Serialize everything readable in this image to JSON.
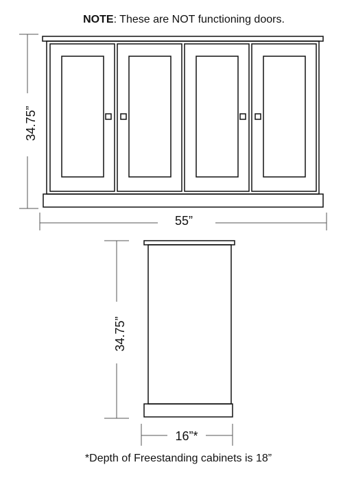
{
  "note": {
    "prefix": "NOTE",
    "text": ": These are NOT functioning doors."
  },
  "front_view": {
    "height_label": "34.75”",
    "width_label": "55”",
    "door_count": 4
  },
  "side_view": {
    "height_label": "34.75”",
    "depth_label": "16”*"
  },
  "footnote": "*Depth of Freestanding cabinets is 18”",
  "colors": {
    "line": "#111111",
    "dimension_line": "#555555",
    "background": "#ffffff"
  }
}
